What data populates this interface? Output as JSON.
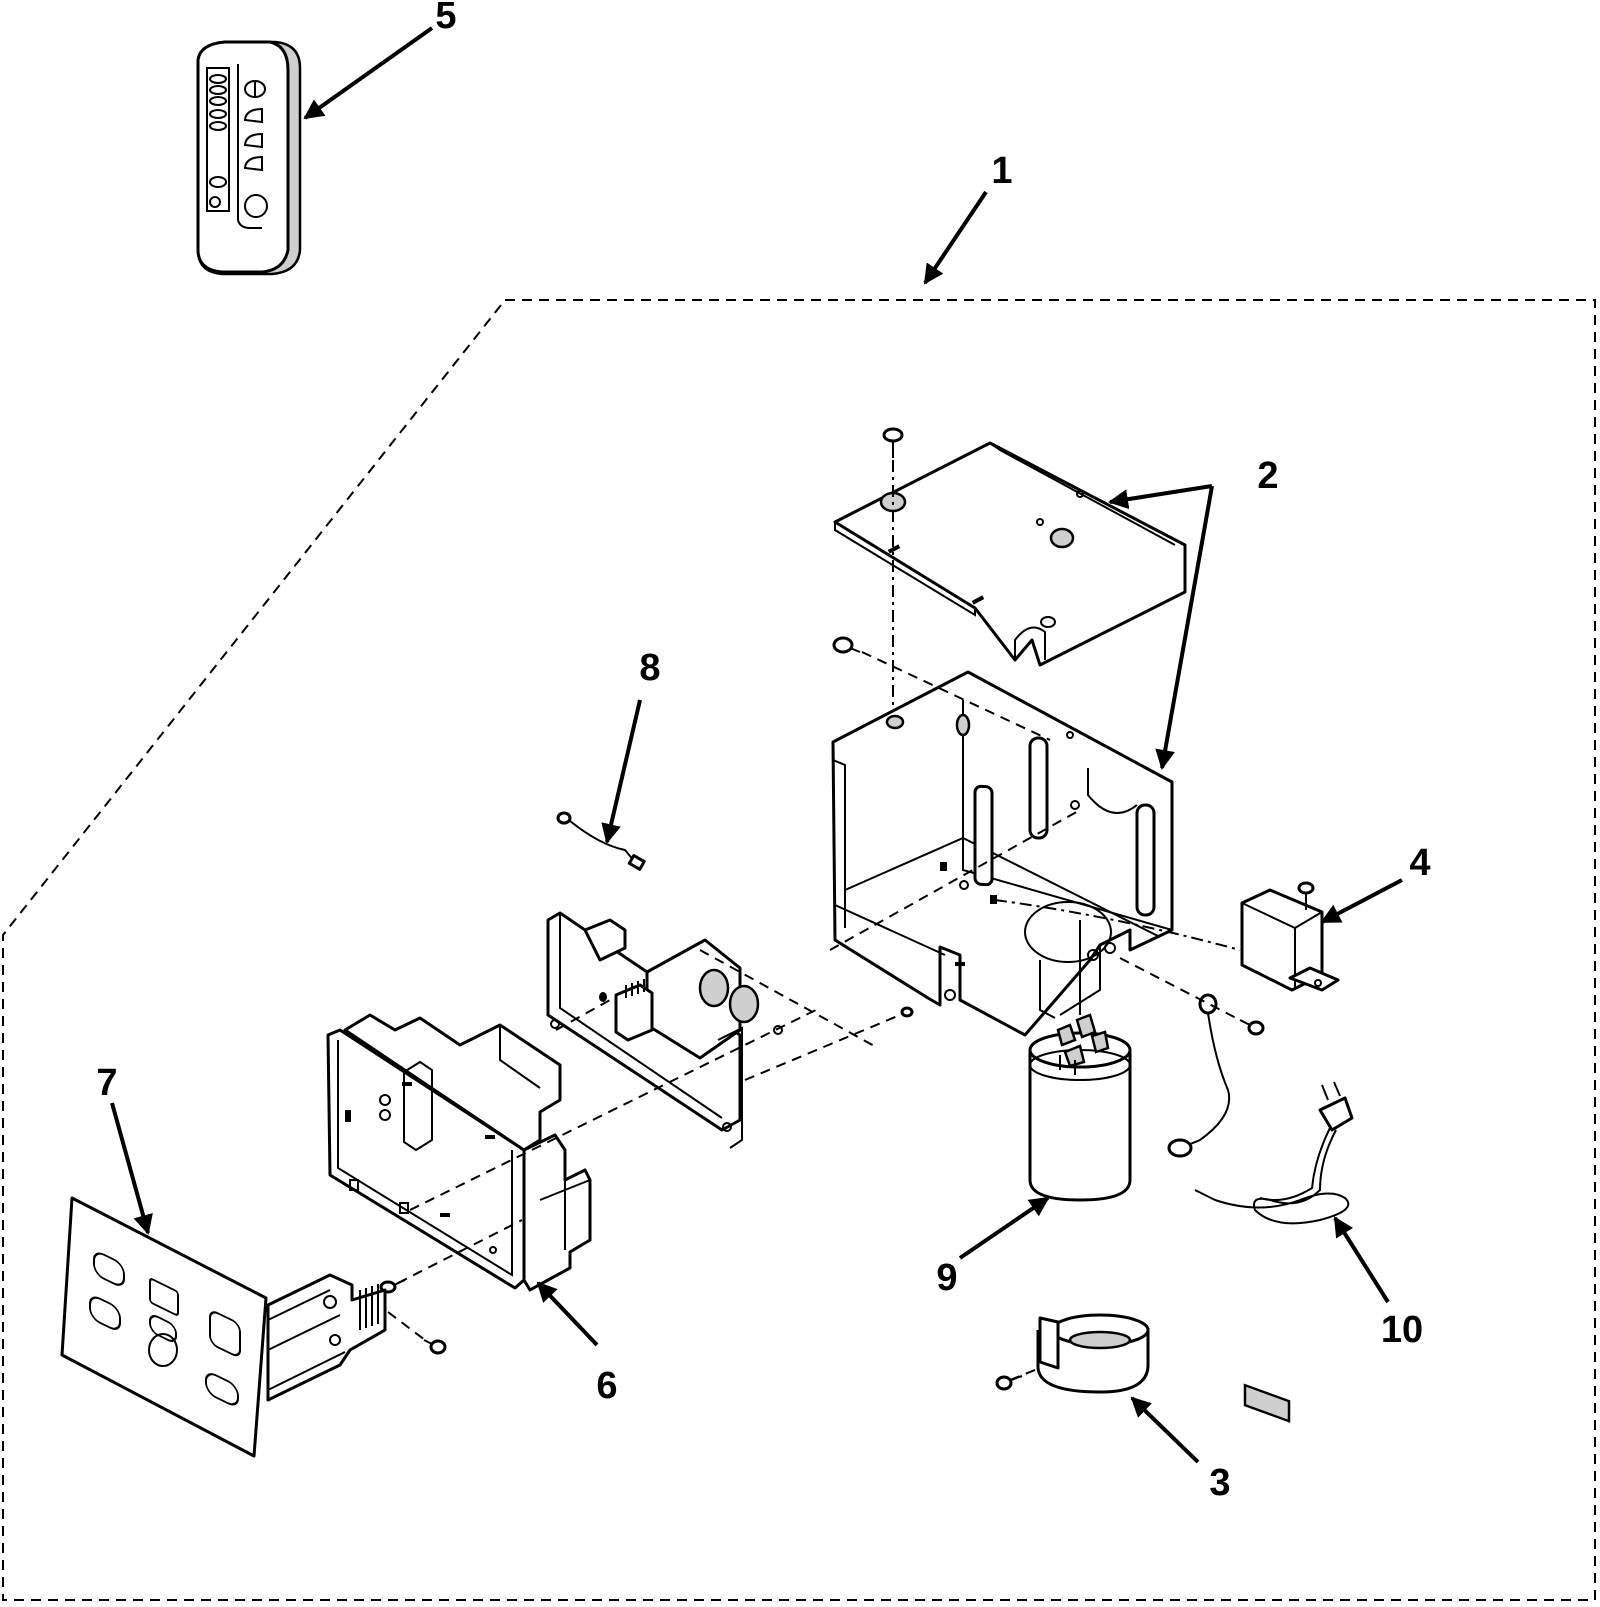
{
  "callouts": {
    "c1": "1",
    "c2": "2",
    "c3": "3",
    "c4": "4",
    "c5": "5",
    "c6": "6",
    "c7": "7",
    "c8": "8",
    "c9": "9",
    "c10": "10"
  },
  "colors": {
    "line": "#000000",
    "background": "#ffffff",
    "shade": "#cfcfcf"
  }
}
